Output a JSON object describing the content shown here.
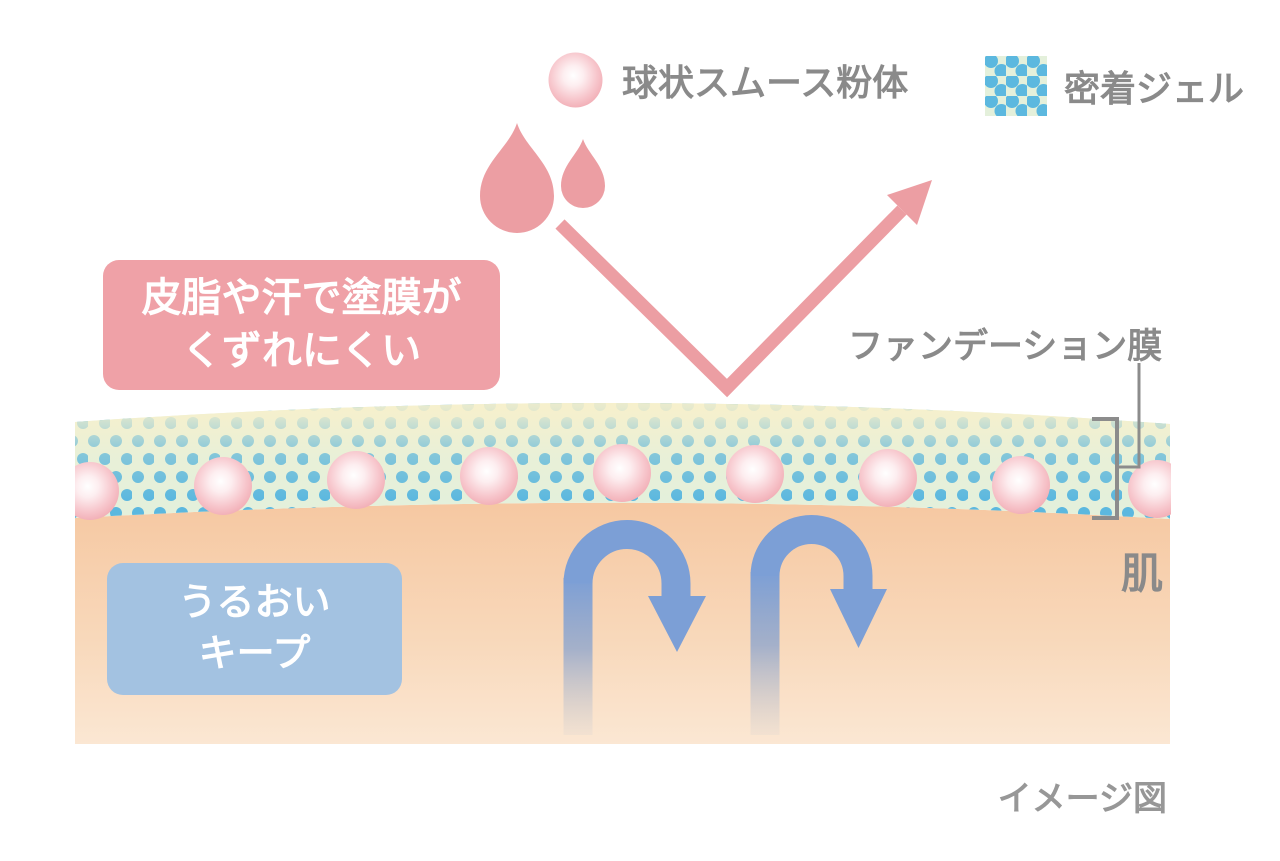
{
  "legend": {
    "powder": {
      "label": "球状スムース粉体",
      "icon": "pink-sphere-icon"
    },
    "gel": {
      "label": "密着ジェル",
      "icon": "dotted-gel-swatch-icon"
    }
  },
  "callouts": {
    "smudge_resist": {
      "line1": "皮脂や汗で塗膜が",
      "line2": "くずれにくい"
    },
    "moisture_keep": {
      "line1": "うるおい",
      "line2": "キープ"
    }
  },
  "labels": {
    "foundation_film": "ファンデーション膜",
    "skin": "肌",
    "image_note": "イメージ図"
  },
  "colors": {
    "accent_pink": "#ec9ea3",
    "callout_pink_bg": "#efa1a7",
    "callout_blue_bg": "#a3c2e1",
    "arrow_blue": "#7c9fd6",
    "gel_dot_blue": "#5cb8df",
    "gel_base_mint": "#e4f0db",
    "film_cream": "#f8f0cb",
    "skin_peach_top": "#f6c9a3",
    "skin_peach_bottom": "#fae5d1",
    "powder_sphere_pink": "#f1abb3",
    "label_gray": "#8a8a8a",
    "text_white": "#ffffff"
  }
}
